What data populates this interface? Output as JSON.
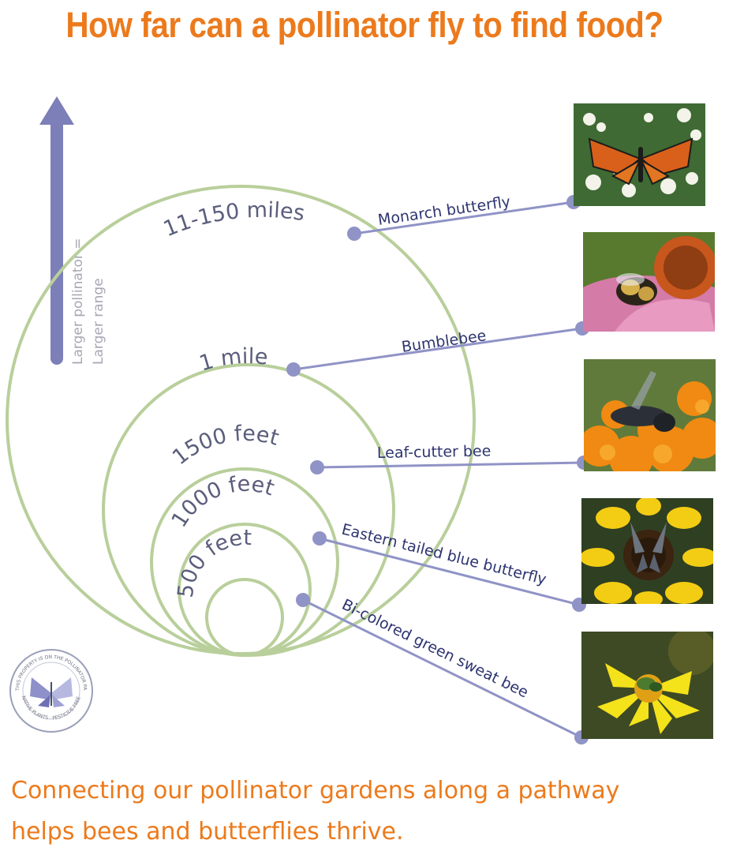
{
  "title": "How far can a pollinator fly to find food?",
  "legend": {
    "line1": "Larger pollinator =",
    "line2": "Larger range"
  },
  "ranges": [
    {
      "label": "11-150 miles",
      "pollinator": "Monarch butterfly"
    },
    {
      "label": "1 mile",
      "pollinator": "Bumblebee"
    },
    {
      "label": "1500 feet",
      "pollinator": "Leaf-cutter bee"
    },
    {
      "label": "1000 feet",
      "pollinator": "Eastern tailed blue butterfly"
    },
    {
      "label": "500 feet",
      "pollinator": "Bi-colored green sweat bee"
    }
  ],
  "footer": {
    "line1": "Connecting our pollinator gardens along a pathway",
    "line2": "helps bees and butterflies thrive."
  },
  "badge": {
    "top_text": "THIS PROPERTY IS ON THE POLLINATOR PATHWAY",
    "bottom_text": "NATIVE PLANTS · PESTICIDE FREE"
  },
  "colors": {
    "title": "#ec7a1c",
    "circles": "#b9cf9b",
    "connector": "#8f93c6",
    "arrow": "#7d7fb8",
    "label": "#5a5e7c",
    "pollinator_text": "#2e3470"
  }
}
